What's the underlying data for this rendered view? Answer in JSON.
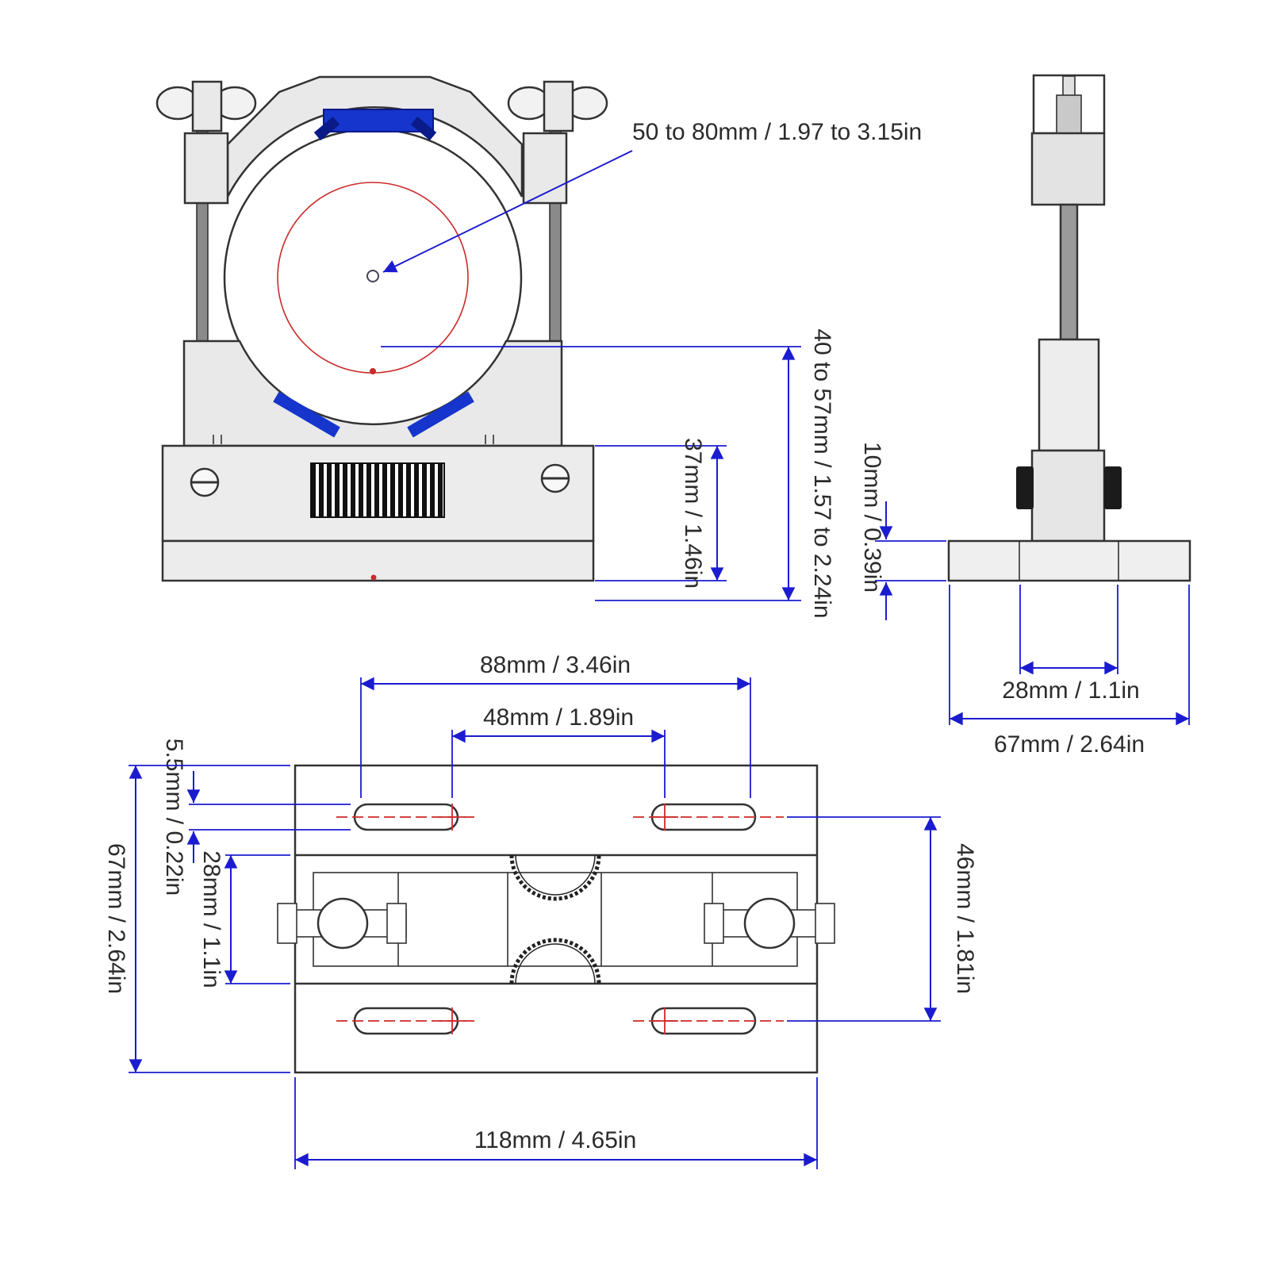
{
  "colors": {
    "outline": "#333333",
    "dimension_blue": "#1b1bd0",
    "accent_red": "#cc2a2a",
    "pad_blue": "#1535cc",
    "body_gray": "#e9e9e9",
    "knob_black": "#1b1b1b"
  },
  "views": {
    "front": {
      "labels": {
        "tube_diameter": "50 to 80mm / 1.97 to 3.15in",
        "base_height": "37mm / 1.46in",
        "center_height": "40 to 57mm / 1.57 to 2.24in"
      }
    },
    "side": {
      "labels": {
        "flange_thickness": "10mm / 0.39in",
        "column_width": "28mm / 1.1in",
        "flange_width": "67mm / 2.64in"
      }
    },
    "plan": {
      "labels": {
        "slot_outer_span": "88mm / 3.46in",
        "slot_inner_span": "48mm / 1.89in",
        "slot_width": "5.5mm / 0.22in",
        "plate_depth": "67mm / 2.64in",
        "mid_section_height": "28mm / 1.1in",
        "slot_row_span": "46mm / 1.81in",
        "plate_length": "118mm / 4.65in"
      }
    }
  }
}
